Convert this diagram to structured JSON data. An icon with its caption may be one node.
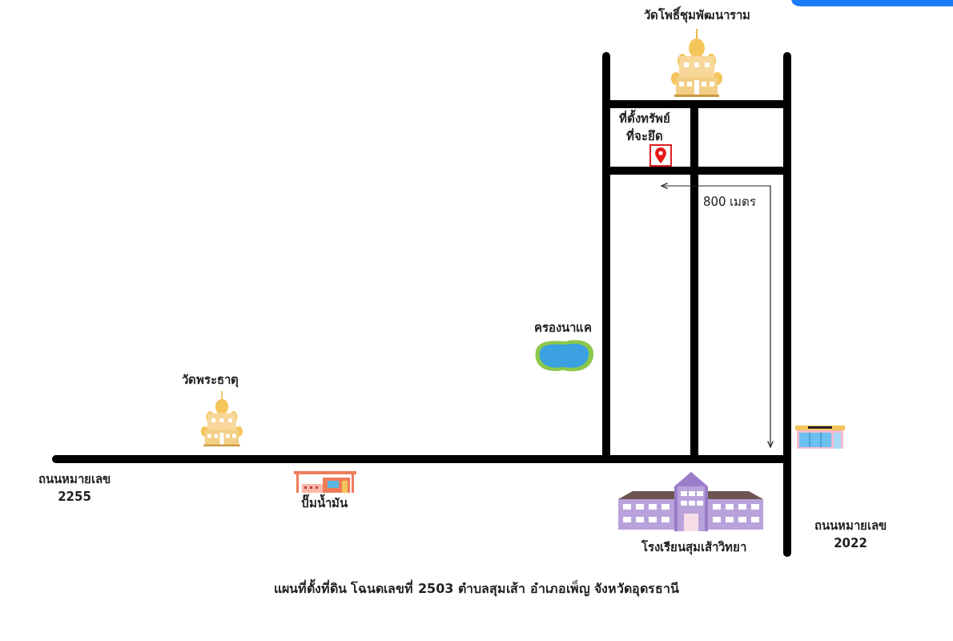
{
  "diagram": {
    "caption": "แผนที่ตั้งที่ดิน โฉนดเลขที่ 2503 ตำบลสุมเส้า อำเภอเพ็ญ จังหวัดอุดรธานี",
    "labels": [
      "วัดโพธิ์ชุมพัฒนาราม",
      "ที่ตั้งทรัพย์ ที่จะยึด",
      "800 เมตร",
      "ครองนาแค",
      "วัดพระธาตุ",
      "ถนนหมายเลข 2255",
      "ปั๊มน้ำมัน",
      "โรงเรียนสุมเส้าวิทยา",
      "ถนนหมายเลข 2022"
    ]
  }
}
